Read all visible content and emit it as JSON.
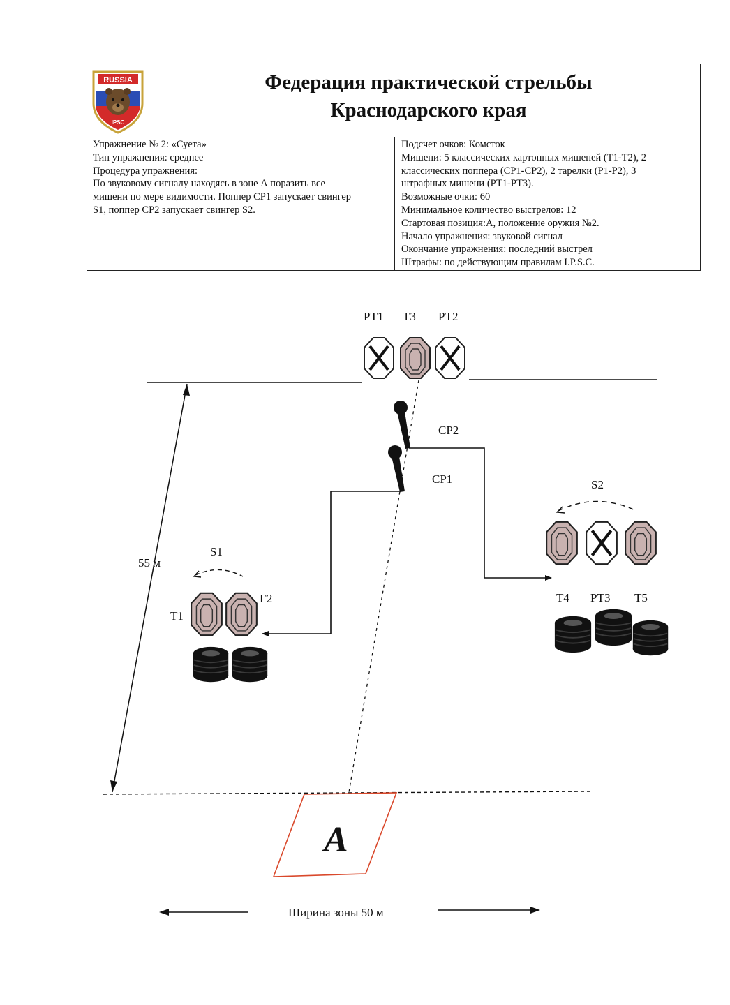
{
  "header": {
    "title_line1": "Федерация практической стрельбы",
    "title_line2": "Краснодарского края",
    "logo_text_top": "RUSSIA",
    "logo_text_bottom": "IPSC"
  },
  "info_left": [
    "Упражнение № 2: «Суета»",
    "Тип упражнения: среднее",
    "Процедура упражнения:",
    "По звуковому сигналу находясь в зоне А поразить все",
    "мишени по мере видимости. Поппер СР1 запускает свингер",
    "S1, поппер СР2 запускает свингер S2."
  ],
  "info_right": [
    "Подсчет очков: Комсток",
    "Мишени: 5 классических картонных мишеней (Т1-Т2), 2",
    "классических поппера (СР1-СР2), 2 тарелки (Р1-Р2), 3",
    "штрафных мишени (РТ1-РТ3).",
    "Возможные очки: 60",
    "Минимальное количество выстрелов: 12",
    "Стартовая позиция:А,  положение оружия №2.",
    "Начало упражнения: звуковой сигнал",
    "Окончание упражнения: последний выстрел",
    "Штрафы: по действующим правилам I.P.S.C."
  ],
  "diagram": {
    "labels": {
      "pt1": "РТ1",
      "t3": "Т3",
      "pt2": "РТ2",
      "cp2": "СР2",
      "cp1": "СР1",
      "s2": "S2",
      "s1": "S1",
      "t1": "Т1",
      "t2": "Г2",
      "t4": "Т4",
      "pt3": "РТ3",
      "t5": "Т5",
      "distance": "55 м",
      "zone": "А",
      "width": "Ширина зоны 50 м"
    },
    "colors": {
      "target_fill": "#c9b2b0",
      "zone_border": "#d9482b",
      "ink": "#111111"
    }
  }
}
